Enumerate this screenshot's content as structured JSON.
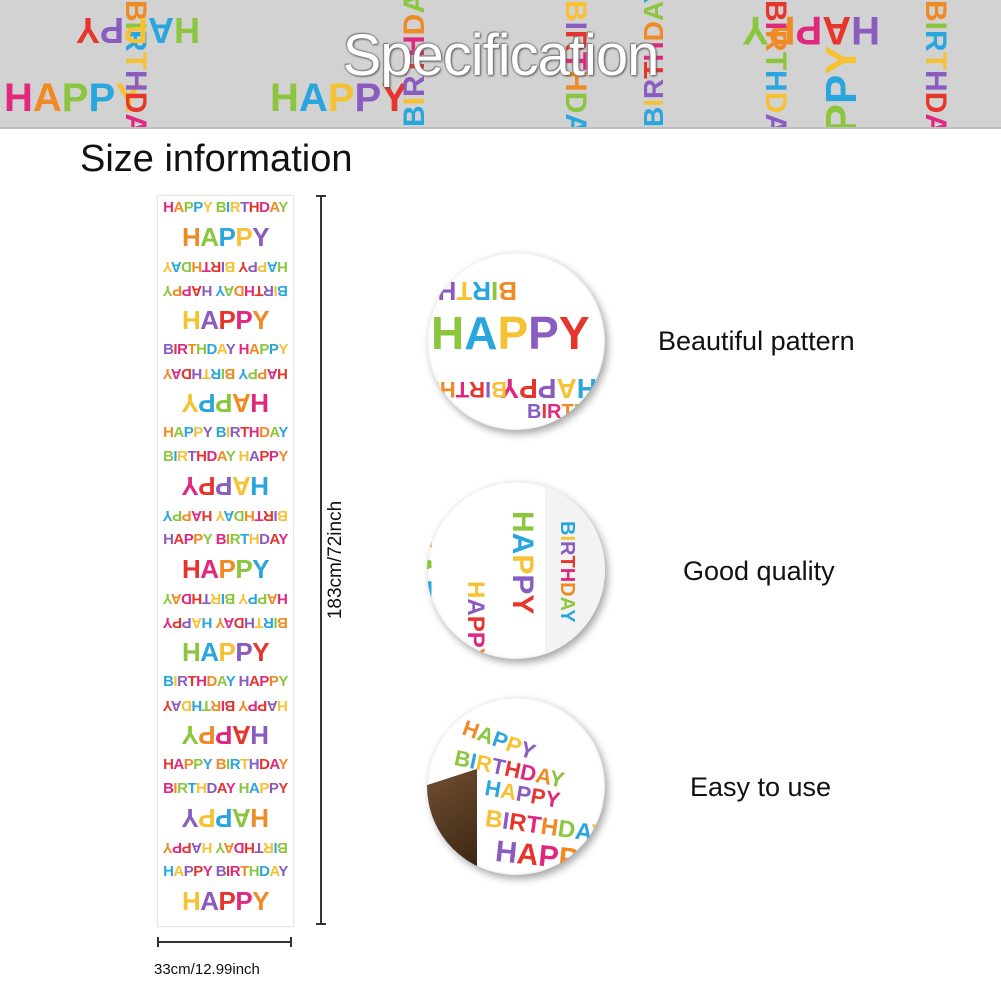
{
  "banner": {
    "title": "Specification"
  },
  "size_section": {
    "title": "Size information",
    "height_label": "183cm/72inch",
    "width_label": "33cm/12.99inch"
  },
  "features": [
    {
      "label": "Beautiful pattern"
    },
    {
      "label": "Good quality"
    },
    {
      "label": "Easy to use"
    }
  ],
  "pattern_words": [
    "HAPPY",
    "BIRTHDAY"
  ],
  "colors": {
    "pink": "#e0287f",
    "orange": "#f08a24",
    "green": "#8cc63f",
    "blue": "#2aa6de",
    "yellow": "#f6c234",
    "purple": "#8a5cc0",
    "red": "#e5352d",
    "banner_bg": "#d2d2d2"
  }
}
